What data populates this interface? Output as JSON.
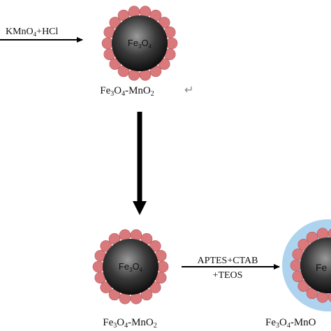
{
  "colors": {
    "shell_petal": "#d9797c",
    "shell_petal_edge": "#b85a5d",
    "core_dark": "#141414",
    "core_light": "#9a9a9a",
    "silica_layer": "#aed3ef",
    "arrow": "#000000",
    "return_symbol": "#888888"
  },
  "reactions": {
    "step1": {
      "reagent": "KMnO",
      "reagent_sub": "4",
      "reagent_rest": "+HCl"
    },
    "step3": {
      "line1": "APTES+CTAB",
      "line2": "+TEOS"
    }
  },
  "particles": {
    "top": {
      "core": {
        "base": "Fe",
        "sub1": "3",
        "mid": "O",
        "sub2": "4"
      },
      "caption": {
        "a": "Fe",
        "a_sub": "3",
        "b": "O",
        "b_sub": "4",
        "c": "-MnO",
        "c_sub": "2"
      },
      "return_symbol": "↵"
    },
    "bottom_left": {
      "core": {
        "base": "Fe",
        "sub1": "3",
        "mid": "O",
        "sub2": "4"
      },
      "caption": {
        "a": "Fe",
        "a_sub": "3",
        "b": "O",
        "b_sub": "4",
        "c": "-MnO",
        "c_sub": "2"
      }
    },
    "bottom_right": {
      "core": {
        "base": "Fe"
      },
      "caption": {
        "a": "Fe",
        "a_sub": "3",
        "b": "O",
        "b_sub": "4",
        "c": "-MnO"
      }
    }
  }
}
